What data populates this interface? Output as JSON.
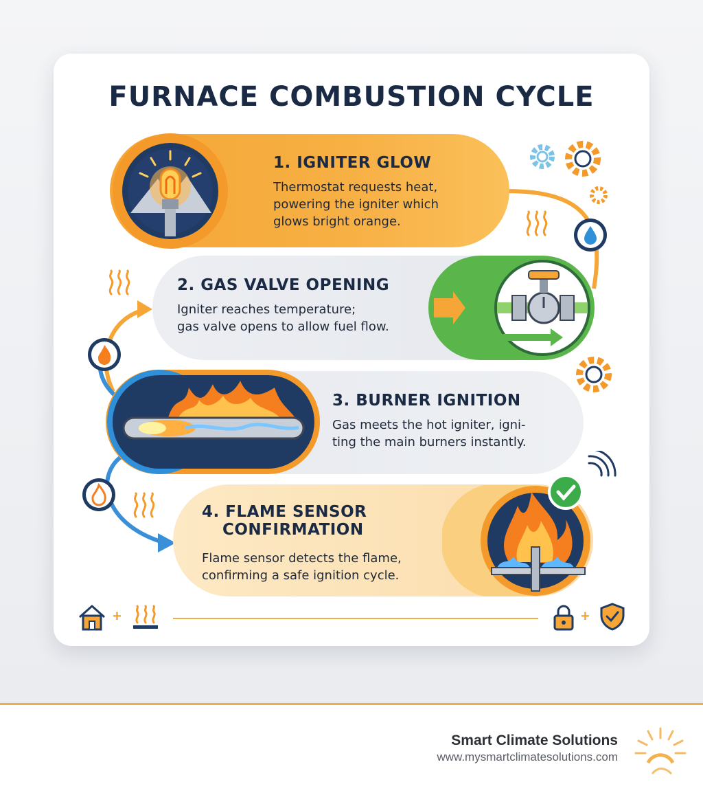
{
  "title": "FURNACE COMBUSTION CYCLE",
  "steps": [
    {
      "title": "1. IGNITER GLOW",
      "lines": [
        "Thermostat requests heat,",
        "powering the igniter which",
        "glows bright orange."
      ],
      "icon": "igniter-bulb-icon"
    },
    {
      "title": "2. GAS VALVE OPENING",
      "lines": [
        "Igniter reaches temperature;",
        "gas valve opens to allow fuel flow."
      ],
      "icon": "gas-valve-icon"
    },
    {
      "title": "3. BURNER IGNITION",
      "lines": [
        "Gas meets the hot igniter, igni-",
        "ting the main burners instantly."
      ],
      "icon": "burner-flame-icon"
    },
    {
      "title_lines": [
        "4. FLAME SENSOR",
        "CONFIRMATION"
      ],
      "lines": [
        "Flame sensor detects the flame,",
        "confirming a safe ignition cycle."
      ],
      "icon": "flame-sensor-icon"
    }
  ],
  "bottom_row": {
    "left_plus": "+",
    "right_plus": "+"
  },
  "brand": {
    "name": "Smart Climate Solutions",
    "url": "www.mysmartclimatesolutions.com"
  },
  "colors": {
    "orange": "#f5a636",
    "navy": "#1b2a44",
    "blue": "#2f8fd8",
    "green": "#5ab54a",
    "gold": "#e8b04a"
  }
}
